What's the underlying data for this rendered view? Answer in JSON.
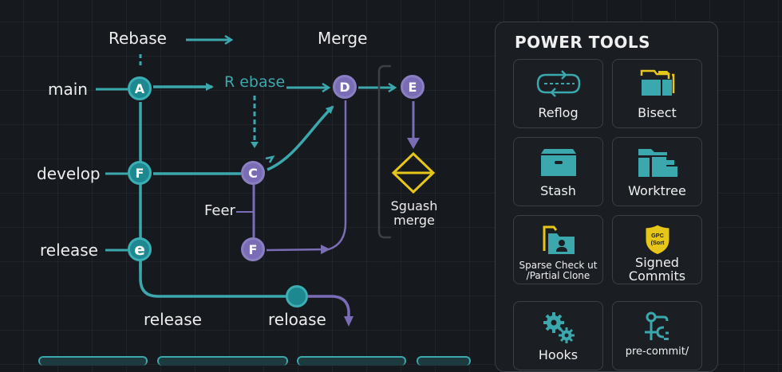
{
  "diagram": {
    "top_labels": {
      "rebase": "Rebase",
      "merge": "Merge"
    },
    "branch_labels": {
      "main": "main",
      "develop": "develop",
      "release": "release"
    },
    "inline_labels": {
      "rebase_mid": "R ebase",
      "feature": "Feer",
      "squash_merge": "Sguash\nmerge",
      "release_bottom": "release",
      "release_bottom_2": "reloase"
    },
    "nodes": {
      "A": "A",
      "F_develop": "F",
      "e_release": "e",
      "C": "C",
      "F_feature": "F",
      "D": "D",
      "E": "E"
    },
    "colors": {
      "teal": "#3aa8ad",
      "purple": "#7a6db5",
      "yellow": "#e6c619"
    }
  },
  "power_tools": {
    "title": "POWER TOOLS",
    "items": [
      {
        "label": "Reflog",
        "icon": "reflog-loop-icon"
      },
      {
        "label": "Bisect",
        "icon": "bisect-folder-icon"
      },
      {
        "label": "Stash",
        "icon": "stash-box-icon"
      },
      {
        "label": "Worktree",
        "icon": "worktree-folders-icon"
      },
      {
        "label": "Sparse Check ut\n/Partial Clone",
        "icon": "sparse-checkout-folder-icon"
      },
      {
        "label": "Signed\nCommits",
        "icon": "shield-icon",
        "badge": "GPC\n(Sort"
      },
      {
        "label": "Hooks",
        "icon": "gears-icon"
      },
      {
        "label": "pre-commit/",
        "icon": "pre-commit-icon"
      }
    ]
  },
  "bottom_buttons": [
    {
      "label": ""
    },
    {
      "label": ""
    },
    {
      "label": ""
    },
    {
      "label": ""
    }
  ]
}
